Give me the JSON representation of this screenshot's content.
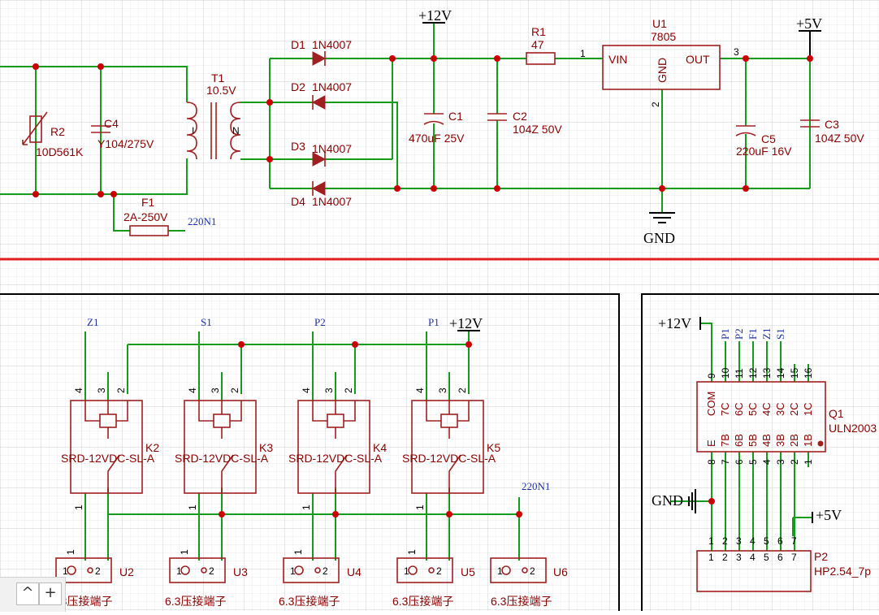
{
  "power": {
    "v12_top": "+12V",
    "v5_top": "+5V",
    "gnd": "GND",
    "v12_relay": "+12V",
    "v12_uln": "+12V",
    "gnd_uln": "GND",
    "v5_uln": "+5V"
  },
  "nets": {
    "n220_top": "220N1",
    "n220_relay": "220N1",
    "z1": "Z1",
    "s1": "S1",
    "p2": "P2",
    "p1": "P1"
  },
  "supply": {
    "r2_ref": "R2",
    "r2_val": "10D561K",
    "c4_ref": "C4",
    "c4_val": "Y104/275V",
    "f1_ref": "F1",
    "f1_val": "2A-250V",
    "t1_ref": "T1",
    "t1_val": "10.5V",
    "t1_pri": "I",
    "t1_sec": "N",
    "d1": "D1",
    "d1_val": "1N4007",
    "d2": "D2",
    "d2_val": "1N4007",
    "d3": "D3",
    "d3_val": "1N4007",
    "d4": "D4",
    "d4_val": "1N4007",
    "c1_ref": "C1",
    "c1_val": "470uF 25V",
    "c2_ref": "C2",
    "c2_val": "104Z 50V",
    "r1_ref": "R1",
    "r1_val": "47",
    "u1_ref": "U1",
    "u1_val": "7805",
    "u1_vin": "VIN",
    "u1_gnd": "GND",
    "u1_out": "OUT",
    "u1_p1": "1",
    "u1_p2": "2",
    "u1_p3": "3",
    "c5_ref": "C5",
    "c5_val": "220uF 16V",
    "c3_ref": "C3",
    "c3_val": "104Z 50V"
  },
  "relays": [
    {
      "ref": "K2",
      "model": "SRD-12VDC-SL-A",
      "u": "U2",
      "term": "6.3压接端子"
    },
    {
      "ref": "K3",
      "model": "SRD-12VDC-SL-A",
      "u": "U3",
      "term": "6.3压接端子"
    },
    {
      "ref": "K4",
      "model": "SRD-12VDC-SL-A",
      "u": "U4",
      "term": "6.3压接端子"
    },
    {
      "ref": "K5",
      "model": "SRD-12VDC-SL-A",
      "u": "U5",
      "term": "6.3压接端子"
    }
  ],
  "relay_pins": {
    "p4": "4",
    "p3": "3",
    "p2": "2",
    "p1": "1"
  },
  "u6": {
    "ref": "U6",
    "term": "6.3压接端子"
  },
  "term_pins": {
    "p1": "1",
    "p2": "2"
  },
  "uln": {
    "ref": "Q1",
    "val": "ULN2003",
    "top_nums": [
      "9",
      "10",
      "11",
      "12",
      "13",
      "14",
      "15",
      "16"
    ],
    "top_names": [
      "COM",
      "7C",
      "6C",
      "5C",
      "4C",
      "3C",
      "2C",
      "1C"
    ],
    "bot_names": [
      "E",
      "7B",
      "6B",
      "5B",
      "4B",
      "3B",
      "2B",
      "1B"
    ],
    "bot_nums": [
      "8",
      "7",
      "6",
      "5",
      "4",
      "3",
      "2",
      "1"
    ],
    "net_labels": [
      "P1",
      "P2",
      "F1",
      "Z1",
      "S1"
    ]
  },
  "header": {
    "ref": "P2",
    "val": "HP2.54_7p",
    "pins": [
      "1",
      "2",
      "3",
      "4",
      "5",
      "6",
      "7"
    ]
  },
  "toolbar": {
    "up_label": "^",
    "add_label": "+"
  }
}
